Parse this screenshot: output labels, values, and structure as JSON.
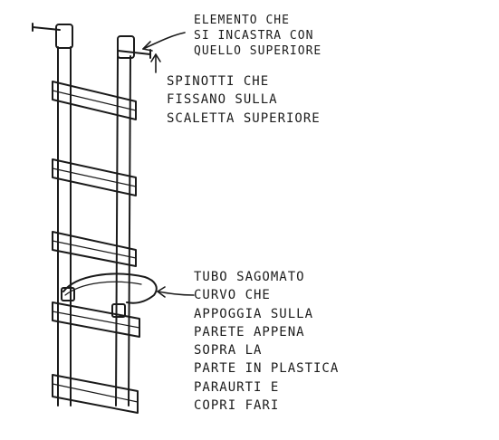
{
  "annotations": {
    "top_element": {
      "lines": [
        "ELEMENTO CHE",
        "SI INCASTRA CON",
        "QUELLO SUPERIORE"
      ]
    },
    "pins": {
      "lines": [
        "SPINOTTI CHE",
        "FISSANO SULLA",
        "SCALETTA SUPERIORE"
      ]
    },
    "curved_tube": {
      "lines": [
        "TUBO SAGOMATO",
        "CURVO CHE",
        "APPOGGIA SULLA",
        "PARETE APPENA",
        "SOPRA LA",
        "PARTE IN PLASTICA",
        "PARAURTI E",
        "COPRI FARI"
      ]
    }
  },
  "colors": {
    "ink": "#1a1a1a",
    "paper": "#ffffff"
  }
}
